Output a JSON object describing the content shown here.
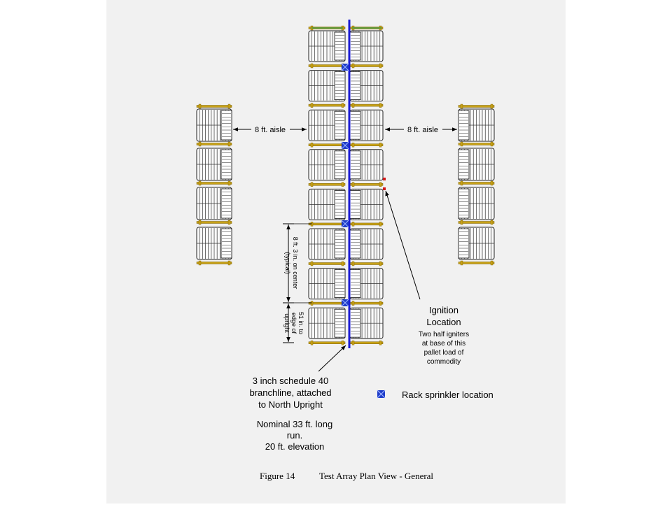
{
  "diagram": {
    "aisle_left": "8 ft. aisle",
    "aisle_right": "8 ft. aisle",
    "spacing_line1": "8 ft. 3 in. on center",
    "spacing_line2": "(typical)",
    "edge_line1": "51 in. to",
    "edge_line2": "edge of",
    "edge_line3": "upright",
    "ignition_title1": "Ignition",
    "ignition_title2": "Location",
    "ignition_desc1": "Two half igniters",
    "ignition_desc2": "at base of this",
    "ignition_desc3": "pallet load of",
    "ignition_desc4": "commodity",
    "branch1": "3 inch schedule 40",
    "branch2": "branchline, attached",
    "branch3": "to North Upright",
    "nominal1": "Nominal 33 ft. long",
    "nominal2": "run.",
    "nominal3": "20 ft. elevation",
    "legend_label": "Rack sprinkler location"
  },
  "caption": {
    "figure": "Figure 14",
    "title": "Test Array Plan View - General"
  },
  "colors": {
    "page": "#f1f1f1",
    "pipe": "#1a1ad6",
    "beam": "#c8a218",
    "flue": "#5e9a3a",
    "igniter": "#d01818",
    "sprinkler": "#1e3cc8"
  }
}
